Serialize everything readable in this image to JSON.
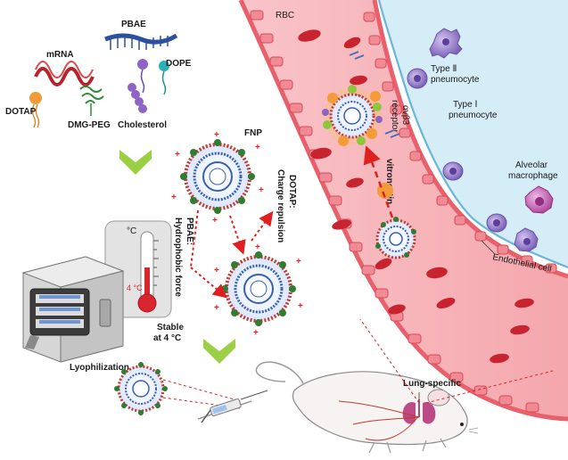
{
  "components": {
    "mrna": "mRNA",
    "pbae": "PBAE",
    "dope": "DOPE",
    "dotap": "DOTAP",
    "dmg_peg": "DMG-PEG",
    "cholesterol": "Cholesterol"
  },
  "nanoparticle": {
    "fnp": "FNP",
    "pbae_force_line1": "PBAE:",
    "pbae_force_line2": "Hydrophobic force",
    "dotap_force_line1": "DOTAP:",
    "dotap_force_line2": "Charge repulsion"
  },
  "storage": {
    "thermo_unit": "°C",
    "thermo_value": "4 °C",
    "stable_line1": "Stable",
    "stable_line2": "at 4 °C",
    "lyophilization": "Lyophilization"
  },
  "lung": {
    "rbc": "RBC",
    "type2_line1": "Type Ⅱ",
    "type2_line2": "pneumocyte",
    "type1_line1": "Type Ⅰ",
    "type1_line2": "pneumocyte",
    "receptor_line1": "αvβ3",
    "receptor_line2": "receptor",
    "vitronectin": "vitronectin",
    "macrophage_line1": "Alveolar",
    "macrophage_line2": "macrophage",
    "endothelial": "Endothelial cell"
  },
  "mouse": {
    "lung_specific": "Lung-specific"
  },
  "colors": {
    "vessel": "#f6b4b9",
    "vessel_wall": "#e8606c",
    "rbc": "#c8242f",
    "alveolus": "#cfeaf5",
    "arrow_green": "#8dc63f",
    "dashed_red": "#e02020"
  }
}
